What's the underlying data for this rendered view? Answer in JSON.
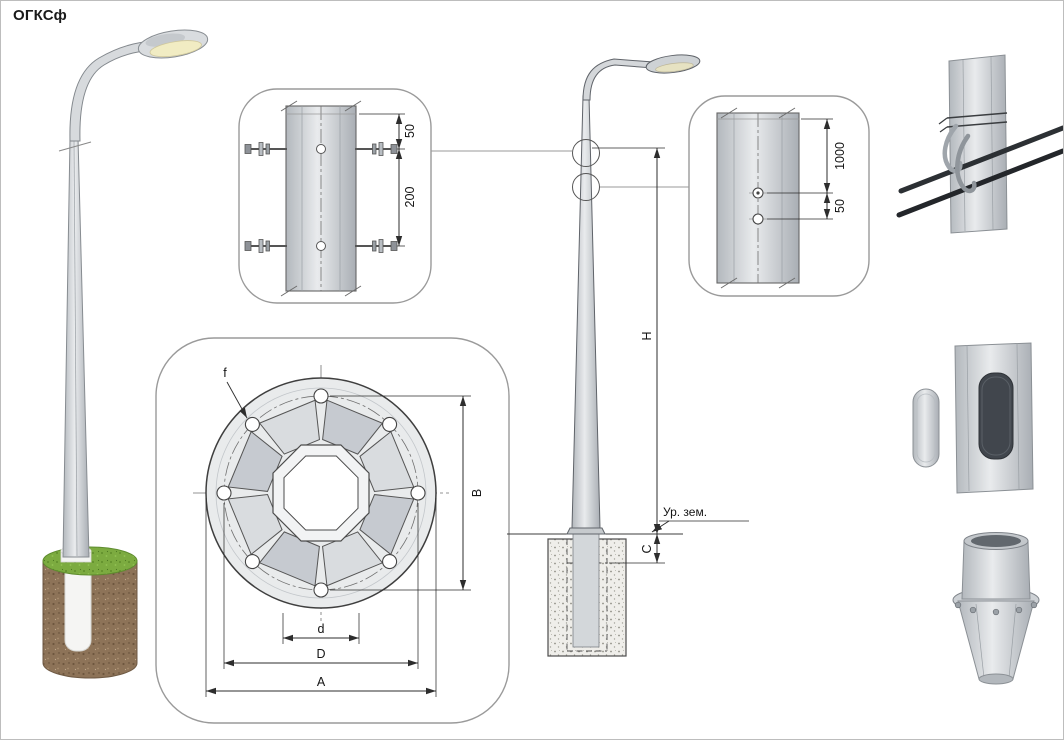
{
  "title": "ОГКСф",
  "top_detail": {
    "dim_small": "50",
    "dim_large": "200"
  },
  "right_detail": {
    "dim_large": "1000",
    "dim_small": "50"
  },
  "flange_detail": {
    "hole_label": "f",
    "dim_vertical": "B",
    "dim_inner": "d",
    "dim_middle": "D",
    "dim_outer": "A"
  },
  "elevation": {
    "dim_height": "H",
    "dim_embed": "C",
    "ground_level_label": "Ур. зем."
  }
}
